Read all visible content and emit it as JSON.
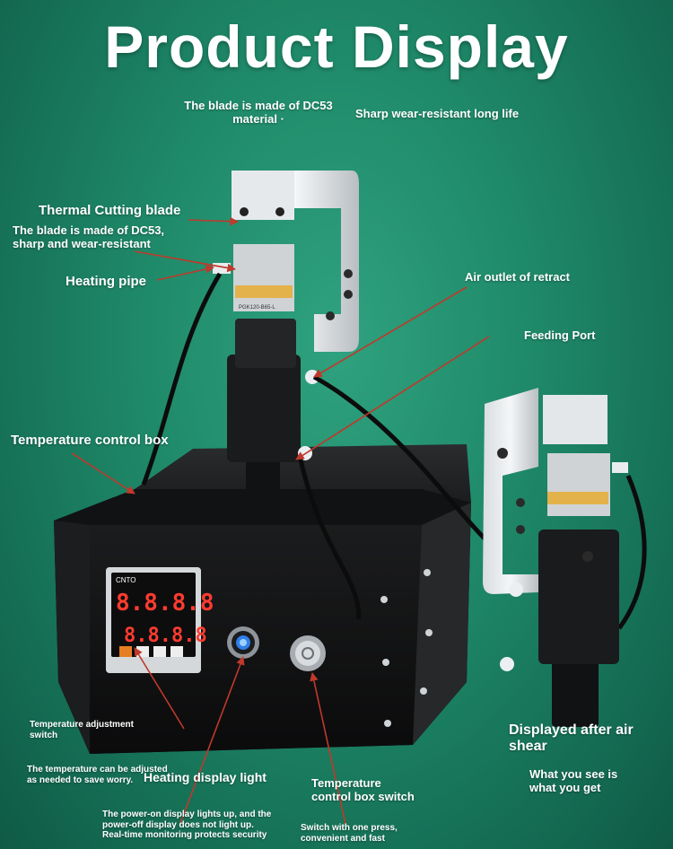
{
  "title": "Product Display",
  "labels": {
    "blade_material_line1": "The blade is made of DC53",
    "blade_material_line2": "material ·",
    "sharp_long_life": "Sharp wear-resistant long life",
    "thermal_cutting_blade": "Thermal Cutting blade",
    "blade_dc53_line1": "The blade is made of DC53,",
    "blade_dc53_line2": "sharp and wear-resistant",
    "heating_pipe": "Heating pipe",
    "air_outlet": "Air outlet of retract",
    "feeding_port": "Feeding Port",
    "temp_control_box": "Temperature control box",
    "temp_adjust_line1": "Temperature adjustment",
    "temp_adjust_line2": "switch",
    "temp_adjusted_line1": "The temperature can be adjusted",
    "temp_adjusted_line2": "as needed to save worry.",
    "heating_light": "Heating display light",
    "power_on_line1": "The power-on display lights up, and the",
    "power_on_line2": "power-off display does not light up.",
    "power_on_line3": "Real-time monitoring protects security",
    "box_switch_line1": "Temperature",
    "box_switch_line2": "control box switch",
    "one_press_line1": "Switch with one press,",
    "one_press_line2": "convenient and fast",
    "after_shear_line1": "Displayed after air",
    "after_shear_line2": "shear",
    "what_you_see_line1": "What you see is",
    "what_you_see_line2": "what you get"
  },
  "device": {
    "brand": "CNTO",
    "display_top": "8.8.8.8",
    "display_bottom": "8.8.8.8",
    "blade_code": "PGK120-B65-L"
  },
  "colors": {
    "background": "#1f8a69",
    "label_text": "#ffffff",
    "arrow": "#c0392b"
  }
}
